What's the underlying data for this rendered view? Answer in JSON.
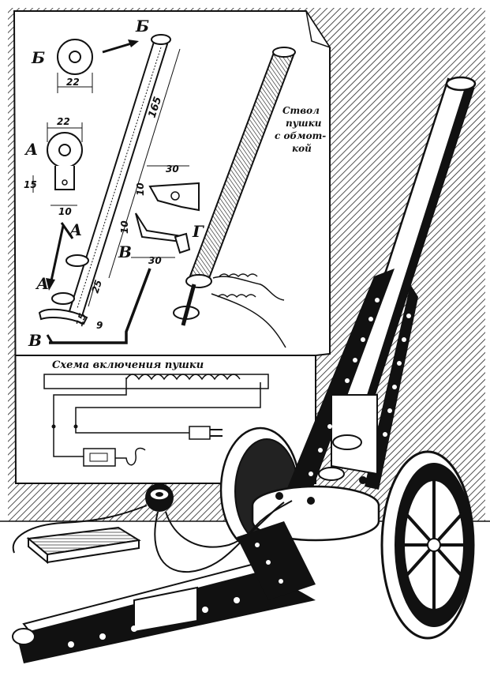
{
  "labels": {
    "b_top_left": "Б",
    "b_top": "Б",
    "a_left": "А",
    "a_mid": "А",
    "a_low": "А",
    "v_mid": "В",
    "v_bottom": "В",
    "g": "Г"
  },
  "dims": {
    "washer_b": "22",
    "ring_a_width": "22",
    "ring_a_height": "15",
    "ring_a_tab": "10",
    "barrel_length": "165",
    "clip_width_upper": "30",
    "clip_tab_upper": "10",
    "clip_width_lower": "30",
    "clip_tab_lower": "10",
    "barrel_lower": "25",
    "barrel_bottom": "15",
    "barrel_9": "9"
  },
  "caption_barrel": [
    "Ствол",
    "пушки",
    "с обмот-",
    "кой"
  ],
  "schema_title": "Схема включения пушки"
}
